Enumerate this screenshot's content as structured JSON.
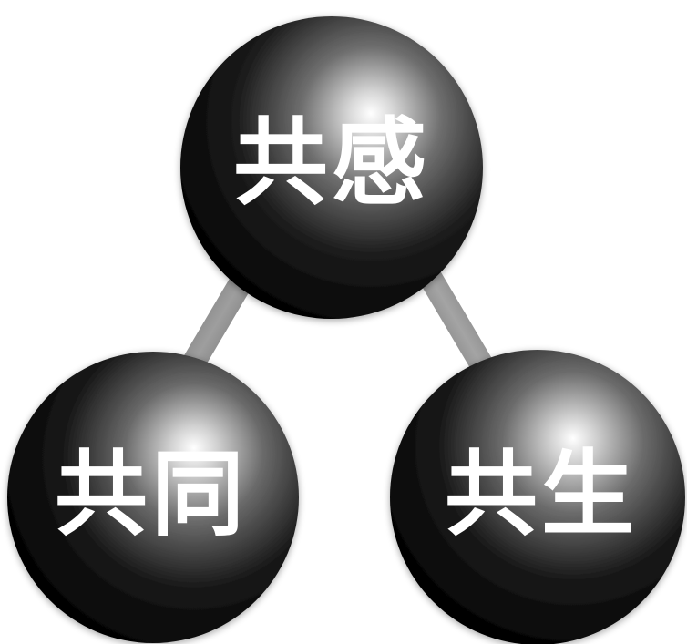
{
  "diagram": {
    "nodes": {
      "top": {
        "label": "共感"
      },
      "bottom_left": {
        "label": "共同"
      },
      "bottom_right": {
        "label": "共生"
      }
    },
    "colors": {
      "sphere_highlight": "#ffffff",
      "sphere_mid": "#8a8a8a",
      "sphere_dark": "#000000",
      "connector_light": "#b5b5b5",
      "connector_dark": "#2f2f2f",
      "label": "#ffffff"
    }
  }
}
